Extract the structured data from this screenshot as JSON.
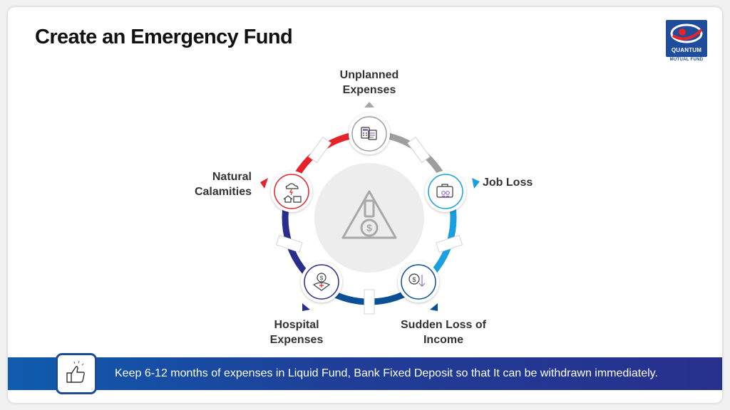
{
  "title": "Create an Emergency Fund",
  "logo": {
    "brand": "QUANTUM",
    "sub": "MUTUAL FUND"
  },
  "nodes": [
    {
      "id": "unplanned",
      "lines": [
        "Unplanned",
        "Expenses"
      ],
      "color": "#9e9e9e",
      "icon": "calculator-bill-icon"
    },
    {
      "id": "job-loss",
      "lines": [
        "Job Loss"
      ],
      "color": "#1aa0de",
      "icon": "briefcase-people-icon"
    },
    {
      "id": "sudden-loss",
      "lines": [
        "Sudden Loss of",
        "Income"
      ],
      "color": "#0b4f96",
      "icon": "coin-down-arrow-icon"
    },
    {
      "id": "hospital",
      "lines": [
        "Hospital",
        "Expenses"
      ],
      "color": "#2a2d8c",
      "icon": "hospital-coin-icon"
    },
    {
      "id": "natural",
      "lines": [
        "Natural",
        "Calamities"
      ],
      "color": "#e4232b",
      "icon": "storm-house-icon"
    }
  ],
  "center_icon": "warning-dollar-icon",
  "banner": {
    "text": "Keep 6-12 months of expenses in Liquid Fund, Bank Fixed Deposit so that It can be withdrawn immediately.",
    "icon": "thumbs-up-icon"
  }
}
